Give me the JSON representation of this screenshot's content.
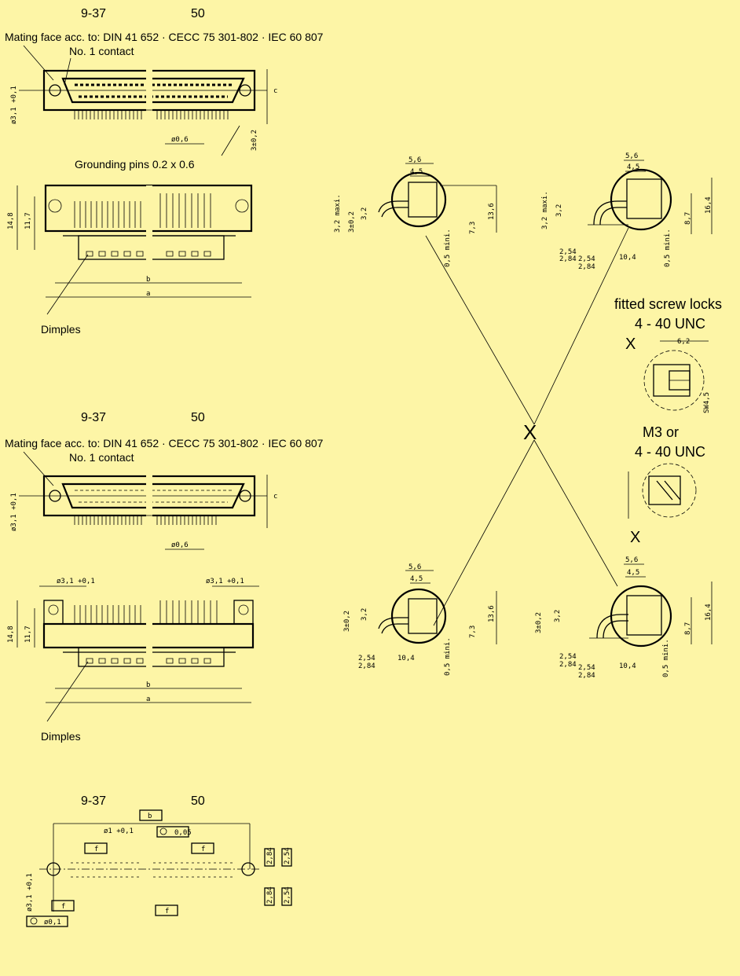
{
  "sections": [
    {
      "pin_left": "9-37",
      "pin_right": "50",
      "mating_face": "Mating face acc. to: DIN 41 652 · CECC 75 301-802 · IEC 60 807",
      "contact_label": "No. 1 contact",
      "grounding_label": "Grounding pins 0.2 x 0.6",
      "dimples_label": "Dimples"
    },
    {
      "pin_left": "9-37",
      "pin_right": "50",
      "mating_face": "Mating face acc. to: DIN 41 652 · CECC 75 301-802 · IEC 60 807",
      "contact_label": "No. 1 contact",
      "dimples_label": "Dimples"
    },
    {
      "pin_left": "9-37",
      "pin_right": "50"
    }
  ],
  "screwlocks": {
    "title": "fitted screw locks",
    "thread_a": "4 - 40 UNC",
    "alt_line1": "M3 or",
    "alt_line2": "4 - 40 UNC",
    "marker": "X"
  },
  "dims": {
    "d_5_6": "5,6",
    "d_4_5": "4,5",
    "d_3_2_max": "3,2 maxi.",
    "d_3_2": "3,2",
    "d_3_tol": "3±0,2",
    "d_7_3": "7,3",
    "d_13_6": "13,6",
    "d_0_5_min": "0,5 mini.",
    "d_8_7": "8,7",
    "d_16_4": "16,4",
    "d_2_54": "2,54",
    "d_2_84": "2,84",
    "d_10_4": "10,4",
    "d_14_8": "14,8",
    "d_11_7": "11,7",
    "d_phi3_1": "ø3,1 +0,1",
    "d_phi0_6": "ø0,6",
    "d_6_2": "6,2",
    "d_sw4_5": "SW4,5",
    "d_phi1": "ø1 +0,1",
    "d_0_05": "0,05",
    "d_phi0_1": "ø0,1",
    "letter_a": "a",
    "letter_b": "b",
    "letter_c": "c",
    "letter_f": "f"
  }
}
